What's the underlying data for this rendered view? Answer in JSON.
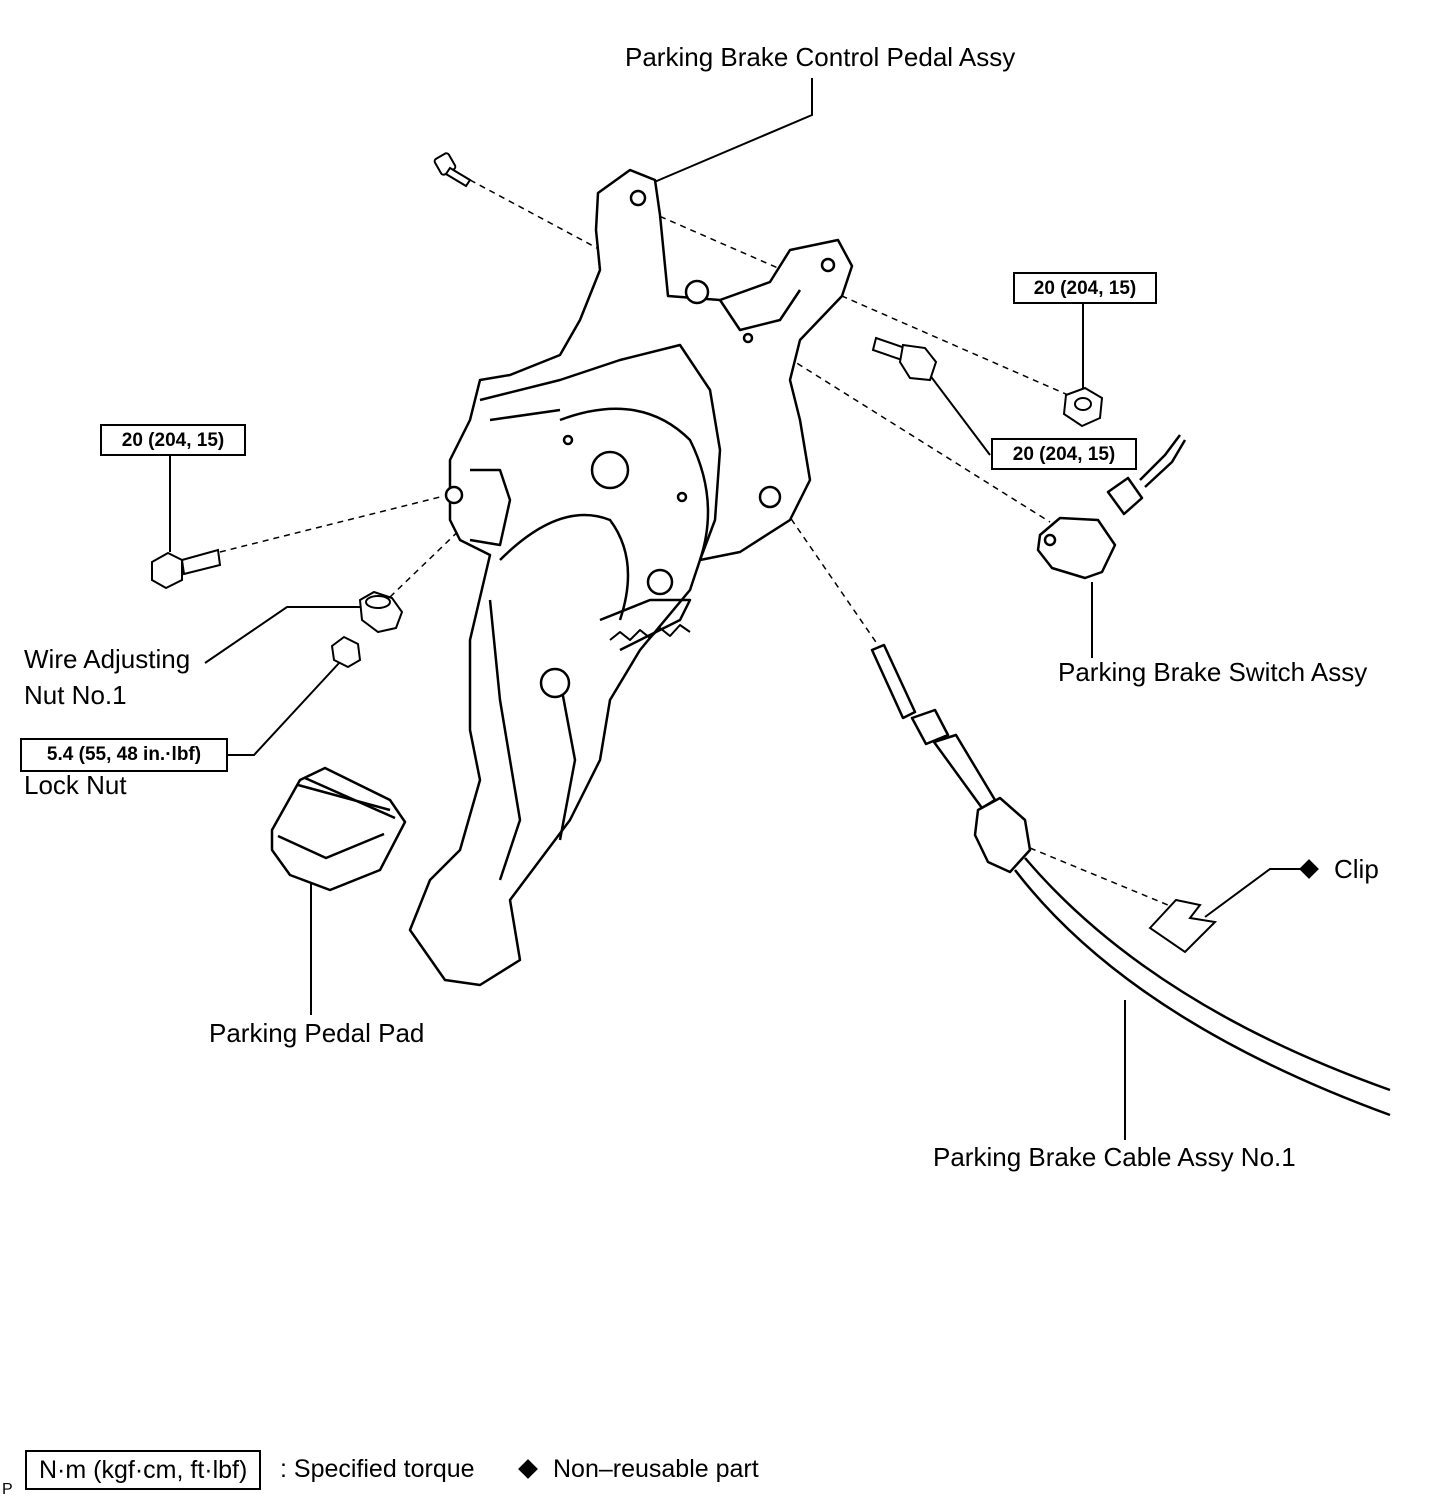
{
  "labels": {
    "control_pedal": "Parking Brake Control Pedal Assy",
    "switch_assy": "Parking Brake Switch Assy",
    "wire_adjusting_1": "Wire Adjusting",
    "wire_adjusting_2": "Nut No.1",
    "lock_nut": "Lock Nut",
    "clip": "Clip",
    "pedal_pad": "Parking Pedal Pad",
    "cable_assy": "Parking Brake Cable Assy No.1"
  },
  "torques": {
    "nut_right": "20 (204, 15)",
    "bolt_right": "20 (204, 15)",
    "bolt_left": "20 (204, 15)",
    "lock_nut": "5.4 (55, 48 in.·lbf)"
  },
  "legend": {
    "torque_units": "N·m (kgf·cm, ft·lbf)",
    "torque_desc": ": Specified torque",
    "nonreusable_desc": "Non–reusable part"
  },
  "corner_mark": "P"
}
